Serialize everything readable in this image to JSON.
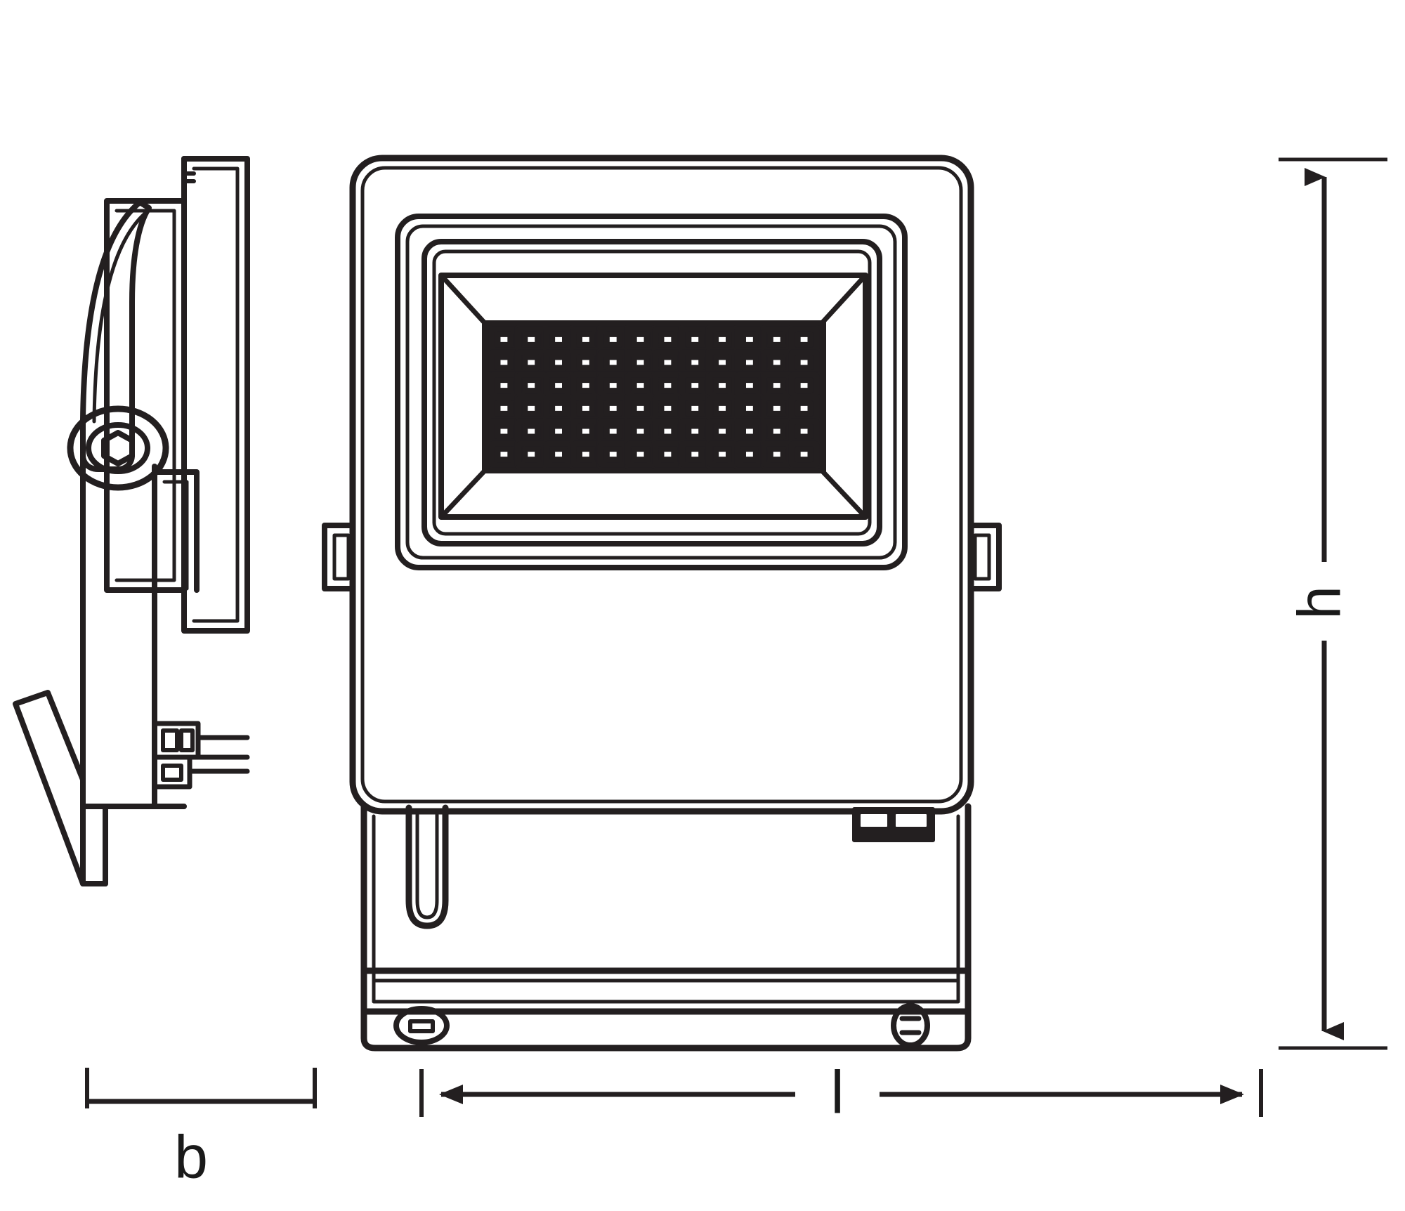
{
  "drawing": {
    "type": "technical-dimension-drawing",
    "subject": "LED floodlight luminaire",
    "background_color": "#ffffff",
    "line_color": "#231f20",
    "views": [
      {
        "id": "side-view",
        "name": "Side view (left)",
        "features": [
          "mounting bracket arm",
          "hex socket pivot screw",
          "rear housing profile",
          "heat sink body",
          "cable gland / terminal block",
          "angled bracket foot"
        ]
      },
      {
        "id": "front-view",
        "name": "Front view (right)",
        "features": [
          "rounded rectangular housing frame",
          "recessed reflector bezel",
          "chamfered reflector walls",
          "LED chip array",
          "left side fixing lug",
          "right side fixing lug",
          "U-shaped mounting bracket",
          "bracket base plate with two fixing holes"
        ]
      }
    ],
    "led_array": {
      "rows": 6,
      "columns": 12,
      "total_leds": 72,
      "chip_shape": "square"
    }
  },
  "dimensions": {
    "height": {
      "symbol": "h",
      "orientation": "vertical",
      "position": "right of front view",
      "arrow_style": "double-arrow-with-extension-lines"
    },
    "length": {
      "symbol": "l",
      "orientation": "horizontal",
      "position": "below front view",
      "arrow_style": "double-arrow-split-around-label"
    },
    "breadth": {
      "symbol": "b",
      "orientation": "horizontal",
      "position": "below side view",
      "arrow_style": "plain-extension-line-with-ticks"
    }
  },
  "colors": {
    "stroke": "#231f20",
    "fill": "#ffffff",
    "led_panel": "#231f20",
    "page": "#ffffff"
  }
}
